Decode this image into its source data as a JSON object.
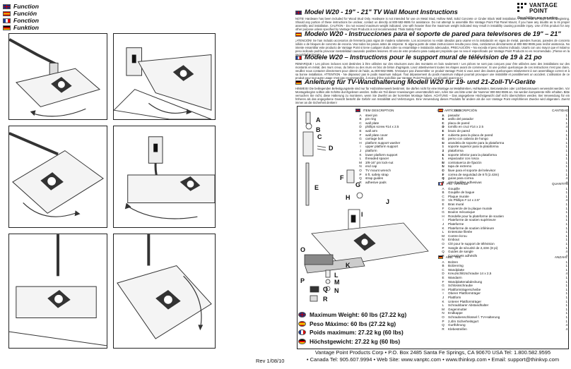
{
  "languages": [
    "Function",
    "Función",
    "Fonction",
    "Funktion"
  ],
  "revision": "Rev 1/08/10",
  "logo": {
    "line1": "VANTAGE",
    "line2": "POINT",
    "tagline": "Possibilities are mounting."
  },
  "sections": [
    {
      "flag": "uk",
      "title": "Model W20 - 19\" - 21\" TV Wall Mount Instructions",
      "text": "NOTE! Hardware has been included for Wood Stud Only. Hardware is not intended for use on Metal Stud, Hollow Wall, Solid Concrete or Cinder Block Wall installation. Please read all steps before beginning. Should any portion of these instructions be unclear, contact us directly at 800-582-9595 for assistance. Do not attempt to assemble this Vantage Point Flat Panel Mount, if you have any doubts as to its proper assembly and installation. CAUTION - Do not exceed maximum weight indicated. Use with heavier than the maximum weight indicated may result in instability causing possible injury. Use of this product for any other purpose unless specified by Vantage Point Products is not recommended. Think Safety First!"
    },
    {
      "flag": "es",
      "title": "Modelo W20 - Instrucciones para el soporte de pared para televisores de 19\" – 21\"",
      "text": "¡ATENCIÓN! Se han incluido accesorios de ferretería para vigas de madera solamente. Los accesorios no están ideados para usarse en la instalación en vigas de metal, paredes huecas, paredes de concreto sólido o de bloques de concreto de escoria. Vea todos los pasos antes de empezar. Si alguna parte de estas instrucciones resulta poco clara, contáctenos directamente al 800-582-9595 para recibir asistencia. No intente ensamblar este producto de Vantage Point si tiene cualquier duda sobre su ensamblaje e instalación adecuados. PRECAUCIÓN – No exceda el peso máximo indicado. Usarlo con uno mayor que el máximo peso indicado podría provocar inestabilidad causando posibles lesiones. El uso de este producto para cualquier propósito que no sea el especificado por Vantage Point Products no es recomendado. ¡Piense en la seguridad primero!"
    },
    {
      "flag": "fr",
      "title": "Modèle W20 – Instructions pour le support mural de télévision de 19 à 21 po",
      "text": "REMARQUE ! Les pièces incluses sont destinées à être utilisées sur des structures avec des montants en bois seulement ! Les pièces ne sont pas conçues pour être utilisées avec des installations sur des montants en métal, des murs creux, du béton ou des murs en bloc de béton d'agrégats. Lisez attentivement toutes les étapes avant de commencer. Si une portion quelconque de ces instructions n'est pas claire, veuillez nous contacter directement pour obtenir de l'aide, au 800-582-9595. N'essayez pas d'assembler ce produit Vantage Point si vous avez des doutes quelconques relativement à son assemblage correct et à sa bonne installation. ATTENTION - Ne dépassez pas le poids maximum indiqué. Tout dépassement du poids maximum indiqué pourrait provoquer une instabilité et possiblement un accident. L'utilisation de ce produit pour tout autre usage n'est pas recommandée, à moins d'être spécifiée par Vantage Point Products. La sécurité avant tout !"
    },
    {
      "flag": "de",
      "title": "Anleitung für TV-Wandhalterung Modell W20 für 19- und 21-Zoll-TV-Geräte",
      "text": "HINWEIS! Die beiliegenden Befestigungsteile sind nur für Holzrahmenwerk bestimmt. Sie dürfen nicht für eine Montage an Metallstreben, Hohlwänden, Betonwänden oder Löchbetonmauern verwendet werden. Vor Montagebeginn sollten alle Schritte durchgelesen werden. Sollte ein Teil dieser Anweisungen unverständlich sein, rufen Sie uns bitte unter der Nummer 800-582-9595 an. Sie werden kompetente Hilfe erhalten. Bitte versuchen Sie nicht, diese Halterung zu montieren, wenn Sie Zweifel an der korrekten Montage haben. ACHTUNG – Das angegebene Höchstgewicht darf nicht überschritten werden. Bei Verwendung für ein höheres als das angegebene Gewicht besteht die Gefahr von Instabilität und Verletzungen. Eine Verwendung dieses Produkts für andere als die von Vantage Point empfohlenen Zwecke wird abgeraten. Zuerst immer an die Sicherheit denken!"
    }
  ],
  "part_letters": [
    "A",
    "B",
    "C",
    "D",
    "E",
    "F",
    "G",
    "H",
    "I",
    "J",
    "K",
    "L",
    "M",
    "N",
    "O",
    "P",
    "Q",
    "R"
  ],
  "tables": {
    "en": {
      "flag": "uk",
      "h1": "ITEM",
      "h2": "DESCRIPTION",
      "h3": "QTY",
      "rows": [
        [
          "A",
          "steel pin",
          "1"
        ],
        [
          "B",
          "pin ring",
          "1"
        ],
        [
          "C",
          "wall plate",
          "1"
        ],
        [
          "D",
          "phillips screw #14 x 2.5",
          "4"
        ],
        [
          "E",
          "wall arm",
          "1"
        ],
        [
          "F",
          "wall plate cover",
          "1"
        ],
        [
          "G",
          "carriage bolt",
          "1"
        ],
        [
          "H",
          "platform support washer",
          "1"
        ],
        [
          "I",
          "upper platform support",
          "1"
        ],
        [
          "J",
          "platform",
          "1"
        ],
        [
          "K",
          "lower platform support",
          "1"
        ],
        [
          "L",
          "threaded spacer",
          "1"
        ],
        [
          "M",
          "3/8-16\" pin lock-nut",
          "1"
        ],
        [
          "N",
          "end cap",
          "1"
        ],
        [
          "O",
          "TV mount wrench",
          "1"
        ],
        [
          "P",
          "8 ft. safety strap",
          "1"
        ],
        [
          "Q",
          "strap guides",
          "4"
        ],
        [
          "R",
          "adhesive pads",
          "4"
        ]
      ]
    },
    "es": {
      "flag": "es",
      "h1": "ARTÍCULO",
      "h2": "DESCRIPCIÓN",
      "h3": "CANTIDAD",
      "rows": [
        [
          "A",
          "pasador",
          "1"
        ],
        [
          "B",
          "anillo del pasador",
          "1"
        ],
        [
          "C",
          "placa de pared",
          "1"
        ],
        [
          "D",
          "tornillo en cruz #14 x 2.5",
          "4"
        ],
        [
          "E",
          "brazo de pared",
          "1"
        ],
        [
          "F",
          "cubierta para la placa de pared",
          "1"
        ],
        [
          "G",
          "perno con cabeza de hongo",
          "1"
        ],
        [
          "H",
          "arandela de soporte para la plataforma",
          "1"
        ],
        [
          "I",
          "soporte superior para la plataforma",
          "1"
        ],
        [
          "J",
          "plataforma",
          "1"
        ],
        [
          "K",
          "soporte inferior para la plataforma",
          "1"
        ],
        [
          "L",
          "espaciador con rosca",
          "1"
        ],
        [
          "M",
          "contratuerca de fijación",
          "1"
        ],
        [
          "N",
          "tapa de extremo",
          "1"
        ],
        [
          "O",
          "llave para el soporte del televisor",
          "1"
        ],
        [
          "P",
          "correa de seguridad de 8 ft (2.43m)",
          "1"
        ],
        [
          "Q",
          "guías para correa",
          "4"
        ],
        [
          "R",
          "almohadillas adhesivas",
          "4"
        ]
      ]
    },
    "fr": {
      "flag": "fr",
      "h1": "FIG",
      "h2": "ARTICLE",
      "h3": "QUANTITÉ",
      "rows": [
        [
          "A",
          "Goupille",
          "1"
        ],
        [
          "B",
          "Goupille de bague",
          "1"
        ],
        [
          "C",
          "Plaque murale",
          "1"
        ],
        [
          "D",
          "Vis Phillips # 14 x 2.5\"",
          "4"
        ],
        [
          "E",
          "Bras mural",
          "1"
        ],
        [
          "F",
          "Couvercle de la plaque murale",
          "1"
        ],
        [
          "G",
          "Boulon mécanique",
          "1"
        ],
        [
          "H",
          "Rondelle pour la plateforme de soutien",
          "1"
        ],
        [
          "I",
          "Plateforme de soutien supérieure",
          "1"
        ],
        [
          "J",
          "Plateforme",
          "1"
        ],
        [
          "K",
          "Plateforme de soutien inférieure",
          "1"
        ],
        [
          "L",
          "Entretoise filetée",
          "1"
        ],
        [
          "M",
          "Contre-écrou",
          "1"
        ],
        [
          "N",
          "Embout",
          "1"
        ],
        [
          "O",
          "Clé pour le support de télévision",
          "1"
        ],
        [
          "P",
          "Sangle de sécurité de 2,43m (8 pi)",
          "1"
        ],
        [
          "Q",
          "Guides de sangle",
          "4"
        ],
        [
          "R",
          "Coussinets adhésifs",
          "4"
        ]
      ]
    },
    "de": {
      "flag": "de",
      "h1": "ABB.",
      "h2": "TEIL",
      "h3": "ANZAHL",
      "rows": [
        [
          "A",
          "Bolzen",
          "1"
        ],
        [
          "B",
          "Bolzenring",
          "1"
        ],
        [
          "C",
          "Wandplatte",
          "1"
        ],
        [
          "D",
          "Kreuzschlitzschraube 14 x 2,5",
          "4"
        ],
        [
          "E",
          "Wandarm",
          "1"
        ],
        [
          "F",
          "Wandplattenabdeckung",
          "1"
        ],
        [
          "G",
          "Schlossschraube",
          "1"
        ],
        [
          "H",
          "Plattformträgerscheibe",
          "1"
        ],
        [
          "I",
          "Oberer Plattformträger",
          "1"
        ],
        [
          "J",
          "Plattform",
          "1"
        ],
        [
          "K",
          "Unterer Plattformträger",
          "1"
        ],
        [
          "L",
          "Schraubbarer Abstandhalter",
          "1"
        ],
        [
          "M",
          "Gegenmutter",
          "1"
        ],
        [
          "N",
          "Endkappe",
          "1"
        ],
        [
          "O",
          "Schraubenschlüssel f. TV-Halterung",
          "1"
        ],
        [
          "P",
          "2,4lm Sicherheitsgurt",
          "1"
        ],
        [
          "Q",
          "Gurtführung",
          "4"
        ],
        [
          "R",
          "Klebestreifen",
          "4"
        ]
      ]
    }
  },
  "weights": [
    {
      "flag": "uk",
      "text": "Maximum Weight: 60 lbs (27.22 kg)"
    },
    {
      "flag": "es",
      "text": "Peso Máximo: 60 lbs (27.22 kg)"
    },
    {
      "flag": "fr",
      "text": "Poids maximum: 27.22 kg (60 lbs)"
    },
    {
      "flag": "de",
      "text": "Höchstgewicht: 27.22 kg (60 lbs)"
    }
  ],
  "footer": {
    "line1": "Vantage Point Products Corp • P.O. Box 2485 Santa Fe Springs, CA 90670 USA  Tel: 1.800.582.9595",
    "line2": "• Canada Tel: 905.607.9994 • Web Site: www.vanptc.com • www.thinkvp.com • Email: support@thinkvp.com"
  }
}
